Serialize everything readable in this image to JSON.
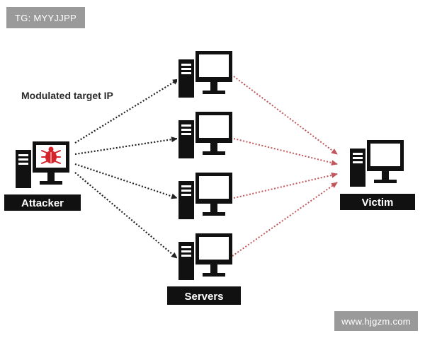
{
  "watermarks": {
    "top_left": "TG: MYYJJPP",
    "bottom_right": "www.hjgzm.com"
  },
  "annotation": "Modulated target IP",
  "nodes": {
    "attacker": {
      "label": "Attacker",
      "icon": "infected-computer-icon"
    },
    "servers": {
      "label": "Servers",
      "icon": "computer-icon",
      "count": 4
    },
    "victim": {
      "label": "Victim",
      "icon": "computer-icon"
    }
  },
  "edges": {
    "attacker_to_servers": {
      "style": "dotted",
      "color": "#222222",
      "count": 4
    },
    "servers_to_victim": {
      "style": "dotted",
      "color": "#c0565b",
      "count": 4
    }
  },
  "colors": {
    "node_fill": "#111111",
    "bug_red": "#d4232b",
    "watermark_bg": "#9a9a9a"
  }
}
